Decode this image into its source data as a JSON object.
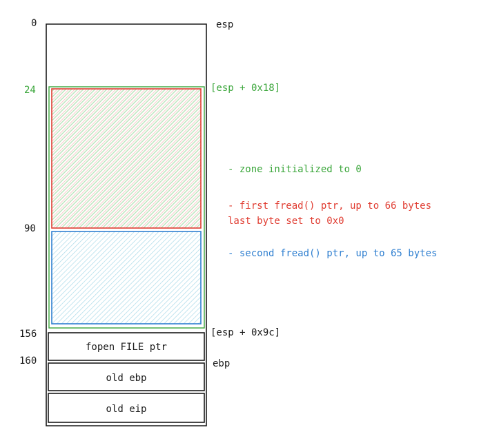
{
  "colors": {
    "ink": "#1a1a1a",
    "green": "#3aa63a",
    "red": "#e03c31",
    "blue": "#2f7fd0",
    "red_hatch": "#f2b7b0",
    "green_hatch": "#b9e2b9",
    "blue_hatch": "#a9d9e8"
  },
  "offsets": {
    "o0": "0",
    "o24": "24",
    "o90": "90",
    "o156": "156",
    "o160": "160"
  },
  "pointers": {
    "esp": "esp",
    "esp_18": "[esp + 0x18]",
    "esp_9c": "[esp + 0x9c]",
    "ebp": "ebp"
  },
  "slots": {
    "file_ptr": "fopen FILE ptr",
    "old_ebp": "old ebp",
    "old_eip": "old eip"
  },
  "legend": {
    "zone": "- zone initialized to 0",
    "first_line1": "- first fread() ptr, up to 66 bytes",
    "first_line2": "last byte set to 0x0",
    "second": "- second fread() ptr, up to 65 bytes"
  }
}
